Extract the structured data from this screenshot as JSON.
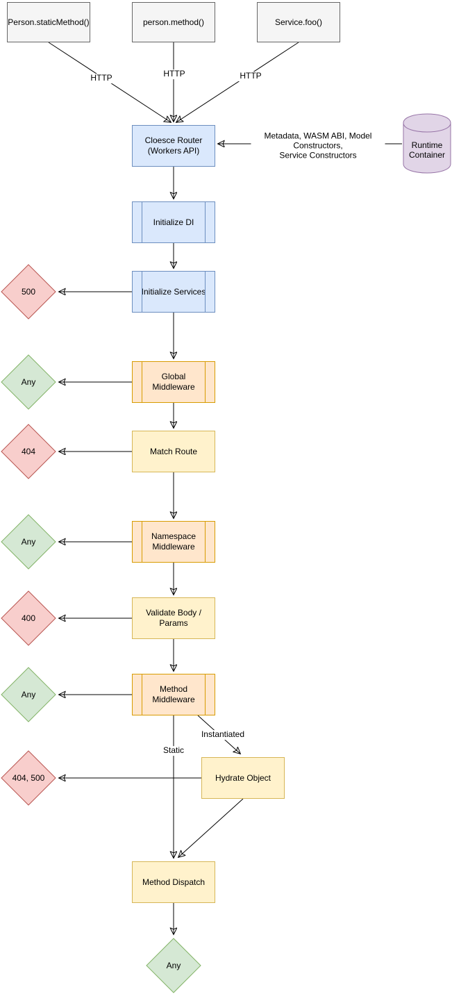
{
  "diagram": {
    "entry_points": [
      {
        "label": "Person.staticMethod()"
      },
      {
        "label": "person.method()"
      },
      {
        "label": "Service.foo()"
      }
    ],
    "steps": {
      "router": "Cloesce Router\n(Workers API)",
      "runtime_container": "Runtime\nContainer",
      "initialize_di": "Initialize DI",
      "initialize_services": "Initialize Services",
      "global_middleware": "Global\nMiddleware",
      "match_route": "Match Route",
      "namespace_middleware": "Namespace\nMiddleware",
      "validate_body_params": "Validate Body /\nParams",
      "method_middleware": "Method\nMiddleware",
      "hydrate_object": "Hydrate Object",
      "method_dispatch": "Method Dispatch"
    },
    "responses": {
      "initialize_services_error": "500",
      "global_middleware_response": "Any",
      "match_route_error": "404",
      "namespace_middleware_response": "Any",
      "validate_error": "400",
      "method_middleware_response": "Any",
      "hydrate_error": "404, 500",
      "final_response": "Any"
    },
    "edge_labels": {
      "http_left": "HTTP",
      "http_middle": "HTTP",
      "http_right": "HTTP",
      "runtime_inputs": "Metadata, WASM ABI, Model Constructors,\nService Constructors",
      "static_branch": "Static",
      "instantiated_branch": "Instantiated"
    },
    "colors": {
      "entry_fill": "#f5f5f5",
      "entry_stroke": "#666666",
      "router_fill": "#dae8fc",
      "router_stroke": "#6c8ebf",
      "middleware_fill": "#ffe6cc",
      "middleware_stroke": "#d79b00",
      "step_fill": "#fff2cc",
      "step_stroke": "#d6b656",
      "error_fill": "#f8cecc",
      "error_stroke": "#b85450",
      "success_fill": "#d5e8d4",
      "success_stroke": "#82b366",
      "container_fill": "#e1d5e7",
      "container_stroke": "#9673a6"
    }
  }
}
